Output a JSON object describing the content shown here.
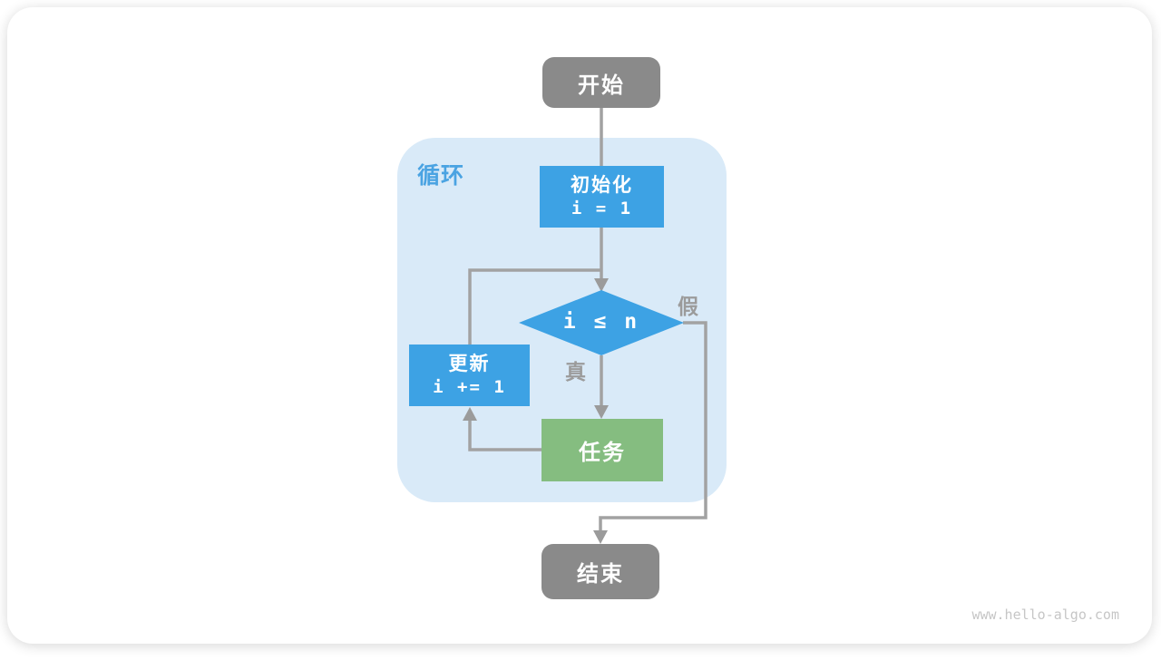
{
  "page": {
    "watermark": "www.hello-algo.com"
  },
  "flowchart": {
    "region_label": "循环",
    "nodes": {
      "start": "开始",
      "init": {
        "line1": "初始化",
        "line2": "i = 1"
      },
      "condition": "i ≤ n",
      "update": {
        "line1": "更新",
        "line2": "i += 1"
      },
      "task": "任务",
      "end": "结束"
    },
    "edge_labels": {
      "true_branch": "真",
      "false_branch": "假"
    },
    "colors": {
      "process_blue": "#3da2e4",
      "task_green": "#85bd80",
      "terminal_gray": "#8a8a8a",
      "loop_region_bg": "#d9eaf8",
      "connector_gray": "#a2a2a2",
      "edge_label_gray": "#9b9b9b",
      "region_label_blue": "#4aa3e2"
    }
  }
}
